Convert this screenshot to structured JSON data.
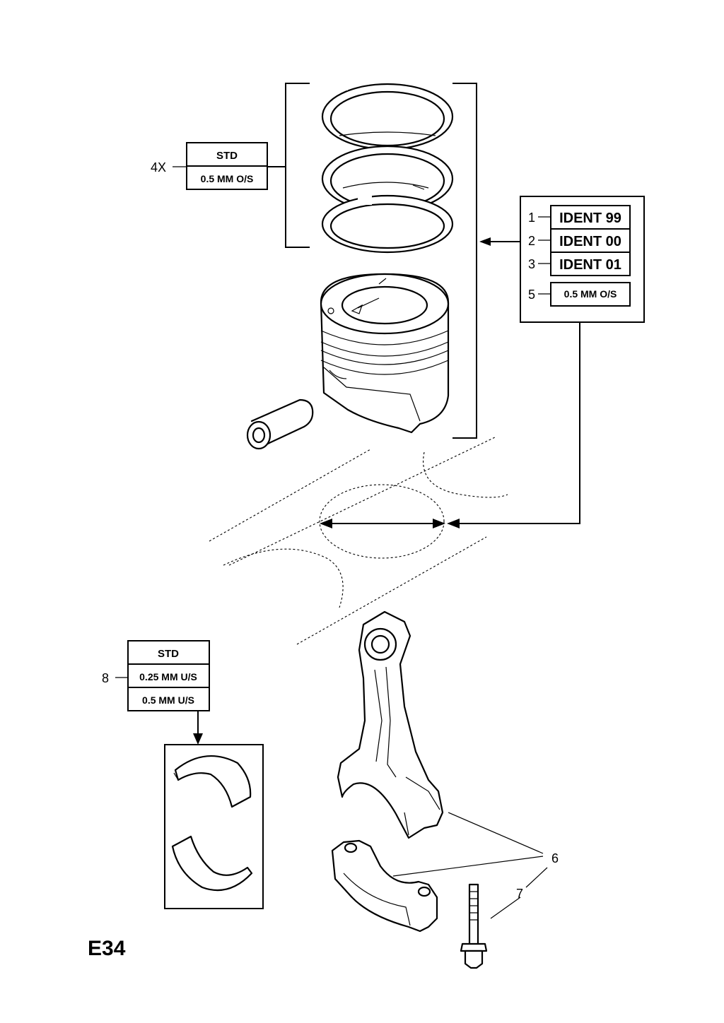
{
  "piston_rings_group": {
    "multiplier": "4X",
    "sizes": [
      "STD",
      "0.5 MM O/S"
    ]
  },
  "piston_ident_group": {
    "items": [
      {
        "number": "1",
        "label": "IDENT 99"
      },
      {
        "number": "2",
        "label": "IDENT 00"
      },
      {
        "number": "3",
        "label": "IDENT 01"
      },
      {
        "number": "5",
        "label": "0.5 MM O/S"
      }
    ]
  },
  "bearing_group": {
    "number": "8",
    "sizes": [
      "STD",
      "0.25 MM U/S",
      "0.5 MM U/S"
    ]
  },
  "callouts": {
    "conrod": "6",
    "bolt": "7"
  },
  "page_code": "E34"
}
